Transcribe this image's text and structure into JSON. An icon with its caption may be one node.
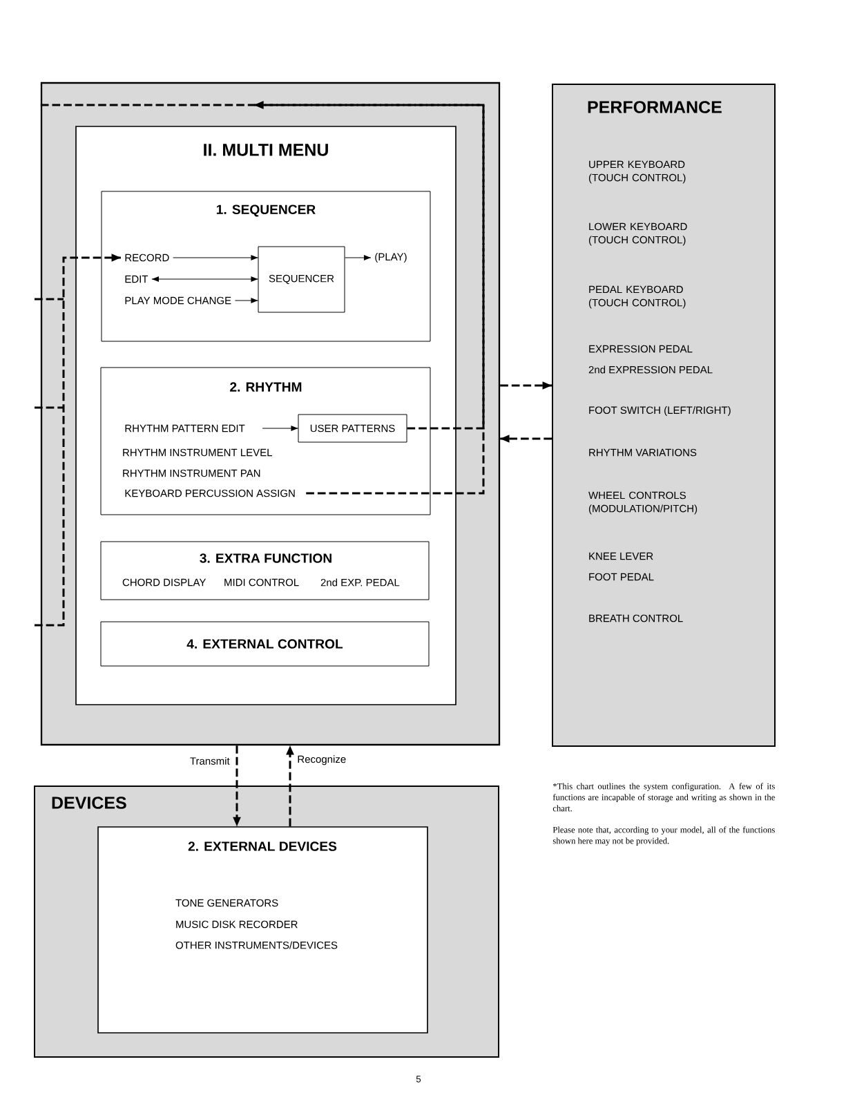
{
  "diagram": {
    "nodes": [
      {
        "text": [],
        "shape": "box"
      },
      {
        "text": [
          "II. MULTI MENU"
        ],
        "in": 0
      },
      {
        "text": [
          "1. SEQUENCER"
        ],
        "in": 1
      },
      {
        "text": [
          "RECORD"
        ],
        "in": 2
      },
      {
        "text": [
          "EDIT"
        ],
        "in": 2
      },
      {
        "text": [
          "PLAY MODE CHANGE"
        ],
        "in": 2
      },
      {
        "text": [
          "SEQUENCER"
        ],
        "in": 2
      },
      {
        "text": [
          "(PLAY)"
        ],
        "in": 2
      },
      {
        "text": [
          "2. RHYTHM",
          "RHYTHM INSTRUMENT LEVEL",
          "RHYTHM INSTRUMENT PAN"
        ],
        "in": 1
      },
      {
        "text": [
          "RHYTHM PATTERN EDIT"
        ],
        "in": 8
      },
      {
        "text": [
          "USER PATTERNS"
        ],
        "in": 8
      },
      {
        "text": [
          "KEYBOARD PERCUSSION ASSIGN"
        ],
        "in": 8
      },
      {
        "text": [
          "3. EXTRA FUNCTION",
          "CHORD DISPLAY",
          "MIDI CONTROL",
          "2nd EXP. PEDAL"
        ],
        "in": 1
      },
      {
        "text": [
          "4. EXTERNAL CONTROL"
        ],
        "in": 1
      },
      {
        "text": [
          "PERFORMANCE",
          "UPPER KEYBOARD (TOUCH CONTROL)",
          "LOWER KEYBOARD (TOUCH CONTROL)",
          "PEDAL KEYBOARD (TOUCH CONTROL)",
          "EXPRESSION PEDAL",
          "2nd EXPRESSION PEDAL",
          "FOOT SWITCH (LEFT/RIGHT)",
          "RHYTHM VARIATIONS",
          "WHEEL CONTROLS (MODULATION/PITCH)",
          "KNEE LEVER",
          "FOOT PEDAL",
          "BREATH CONTROL"
        ]
      },
      {
        "text": [
          "DEVICES"
        ]
      },
      {
        "text": [
          "2. EXTERNAL DEVICES",
          "TONE GENERATORS",
          "MUSIC DISK RECORDER",
          "OTHER INSTRUMENTS/DEVICES"
        ],
        "in": 15
      }
    ],
    "edges": [
      {
        "from": null,
        "to": 3,
        "arrow": "to",
        "style": "dashed"
      },
      {
        "from": 3,
        "to": 6,
        "arrow": "to"
      },
      {
        "from": 4,
        "to": 6,
        "arrow": "both"
      },
      {
        "from": 5,
        "to": 6,
        "arrow": "to"
      },
      {
        "from": 6,
        "to": 7,
        "arrow": "to"
      },
      {
        "from": 9,
        "to": 10,
        "arrow": "to"
      },
      {
        "from": 10,
        "to": null,
        "arrow": "to",
        "style": "dashed"
      },
      {
        "from": 11,
        "to": null,
        "arrow": "to",
        "style": "dashed"
      },
      {
        "from": 0,
        "to": 14,
        "arrow": "to",
        "style": "dashed"
      },
      {
        "from": 14,
        "to": 0,
        "arrow": "to",
        "style": "dashed"
      },
      {
        "from": 0,
        "to": 16,
        "arrow": "to",
        "style": "dashed",
        "label": "Transmit"
      },
      {
        "from": 16,
        "to": 0,
        "arrow": "to",
        "style": "dashed",
        "label": "Recognize"
      },
      {
        "from": 0,
        "to": null,
        "arrow": "none",
        "style": "dashed"
      }
    ],
    "labels": [
      "*This chart outlines the system configuration. A few of its functions are incapable of storage and writing as shown in the chart.",
      "Please note that, according to your model, all of the functions shown here may not be provided.",
      "5"
    ]
  }
}
